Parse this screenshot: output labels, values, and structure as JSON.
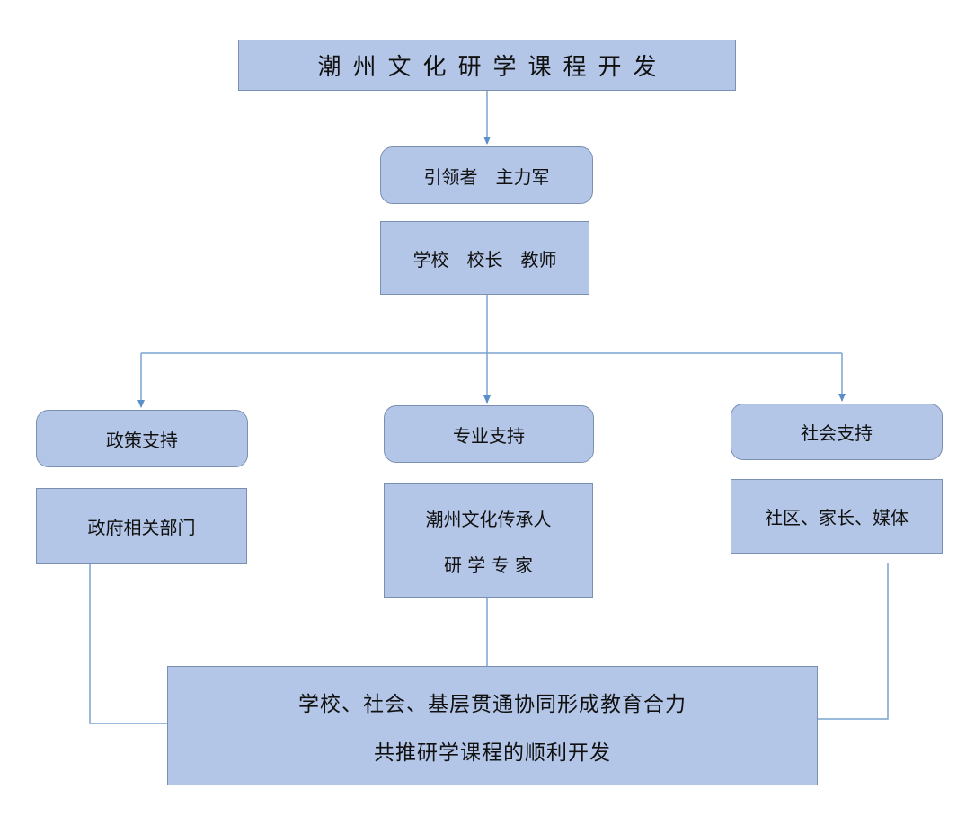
{
  "title": "潮州文化研学课程开发",
  "lead": {
    "role": "引领者　主力军",
    "members": "学校　校长　教师"
  },
  "branches": [
    {
      "label": "政策支持",
      "detail_lines": [
        "政府相关部门"
      ]
    },
    {
      "label": "专业支持",
      "detail_lines": [
        "潮州文化传承人",
        "研 学 专 家"
      ]
    },
    {
      "label": "社会支持",
      "detail_lines": [
        "社区、家长、媒体"
      ]
    }
  ],
  "outcome": {
    "lines": [
      "学校、社会、基层贯通协同形成教育合力",
      "共推研学课程的顺利开发"
    ]
  },
  "colors": {
    "box_fill": "#b4c6e7",
    "box_border": "#7b8fb3",
    "connector": "#7aa2cf",
    "arrow": "#5b8fc9"
  }
}
